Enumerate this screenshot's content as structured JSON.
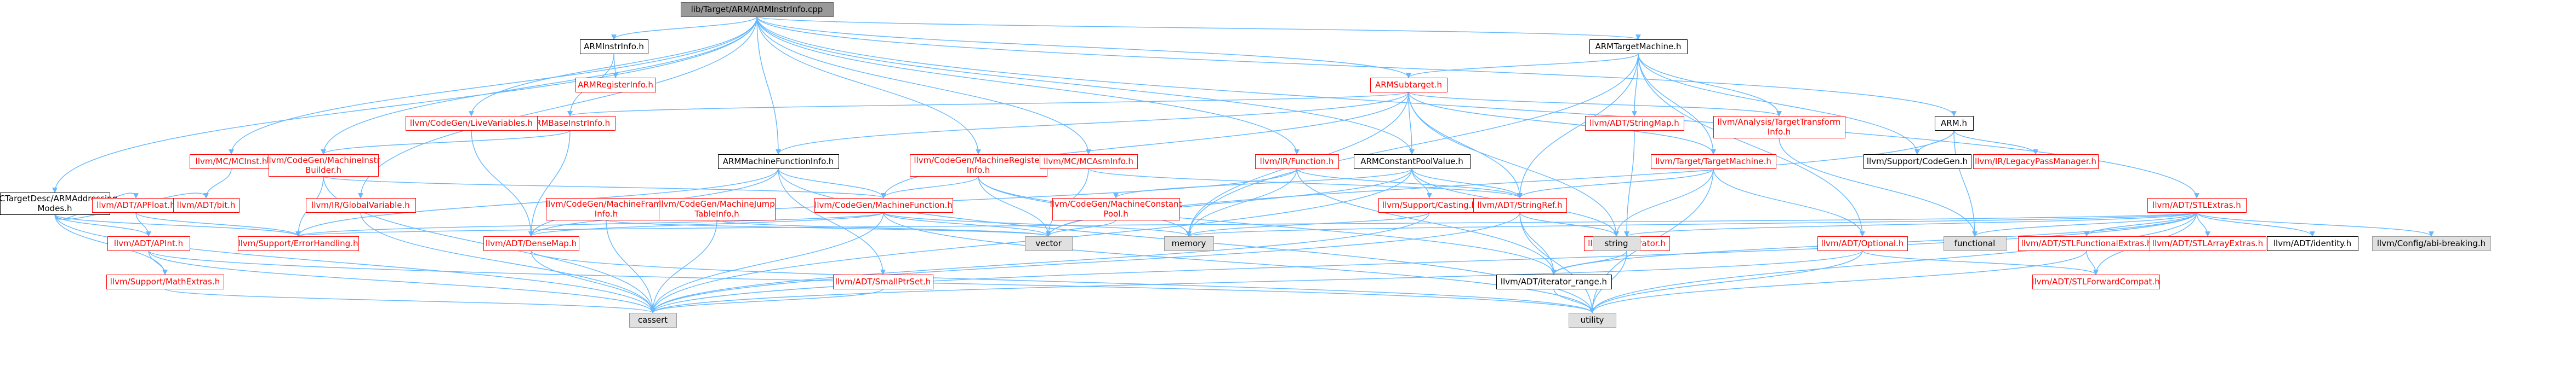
{
  "colors": {
    "edge": "#63b8ff",
    "root_fill": "#999999",
    "root_border": "#666666",
    "red_text": "#ff0000",
    "red_border": "#ff0000",
    "gray_fill": "#e0e0e0",
    "gray_border": "#999999",
    "text": "#000000",
    "white": "#ffffff"
  },
  "nodes": [
    {
      "id": "root",
      "label": [
        "lib/Target/ARM/ARMInstrInfo.cpp"
      ],
      "style": "root"
    },
    {
      "id": "ARMInstrInfo_h",
      "label": [
        "ARMInstrInfo.h"
      ],
      "style": "plain"
    },
    {
      "id": "ARMRegisterInfo_h",
      "label": [
        "ARMRegisterInfo.h"
      ],
      "style": "red"
    },
    {
      "id": "ARMBaseInstrInfo_h",
      "label": [
        "ARMBaseInstrInfo.h"
      ],
      "style": "red"
    },
    {
      "id": "ARMSubtarget_h",
      "label": [
        "ARMSubtarget.h"
      ],
      "style": "red"
    },
    {
      "id": "ARMTargetMachine_h",
      "label": [
        "ARMTargetMachine.h"
      ],
      "style": "plain"
    },
    {
      "id": "ARM_h",
      "label": [
        "ARM.h"
      ],
      "style": "plain"
    },
    {
      "id": "STLExtras_h",
      "label": [
        "llvm/ADT/STLExtras.h"
      ],
      "style": "red"
    },
    {
      "id": "MCTargetDesc_h",
      "label": [
        "MCTargetDesc/ARMAddressing",
        "Modes.h"
      ],
      "style": "plain"
    },
    {
      "id": "MCInst_h",
      "label": [
        "llvm/MC/MCInst.h"
      ],
      "style": "red"
    },
    {
      "id": "CodeGenLiveVariables_h",
      "label": [
        "llvm/CodeGen/LiveVariables.h"
      ],
      "style": "red"
    },
    {
      "id": "MachineInstrBuilder_h",
      "label": [
        "llvm/CodeGen/MachineInstr",
        "Builder.h"
      ],
      "style": "red"
    },
    {
      "id": "ARMMachineFunctionInfo_h",
      "label": [
        "ARMMachineFunctionInfo.h"
      ],
      "style": "plain"
    },
    {
      "id": "MachineRegisterInfo_h",
      "label": [
        "llvm/CodeGen/MachineRegister",
        "Info.h"
      ],
      "style": "red"
    },
    {
      "id": "MCAsmInfo_h",
      "label": [
        "llvm/MC/MCAsmInfo.h"
      ],
      "style": "red"
    },
    {
      "id": "IRFunction_h",
      "label": [
        "llvm/IR/Function.h"
      ],
      "style": "red"
    },
    {
      "id": "ARMConstantPoolValue_h",
      "label": [
        "ARMConstantPoolValue.h"
      ],
      "style": "plain"
    },
    {
      "id": "StringMap_h",
      "label": [
        "llvm/ADT/StringMap.h"
      ],
      "style": "red"
    },
    {
      "id": "AnalysisTTI_h",
      "label": [
        "llvm/Analysis/TargetTransform",
        "Info.h"
      ],
      "style": "red"
    },
    {
      "id": "TargetMachine_h",
      "label": [
        "llvm/Target/TargetMachine.h"
      ],
      "style": "red"
    },
    {
      "id": "LegacyPassManager_h",
      "label": [
        "llvm/IR/LegacyPassManager.h"
      ],
      "style": "red"
    },
    {
      "id": "APFloat_h",
      "label": [
        "llvm/ADT/APFloat.h"
      ],
      "style": "red"
    },
    {
      "id": "bit_h",
      "label": [
        "llvm/ADT/bit.h"
      ],
      "style": "red"
    },
    {
      "id": "APInt_h",
      "label": [
        "llvm/ADT/APInt.h"
      ],
      "style": "red"
    },
    {
      "id": "MathExtras_h",
      "label": [
        "llvm/Support/MathExtras.h"
      ],
      "style": "red"
    },
    {
      "id": "ErrorHandling_h",
      "label": [
        "llvm/Support/ErrorHandling.h"
      ],
      "style": "red"
    },
    {
      "id": "GlobalVariable_h",
      "label": [
        "llvm/IR/GlobalVariable.h"
      ],
      "style": "red"
    },
    {
      "id": "MachineFrameInfo_h",
      "label": [
        "llvm/CodeGen/MachineFrame",
        "Info.h"
      ],
      "style": "red"
    },
    {
      "id": "DenseMap_h",
      "label": [
        "llvm/ADT/DenseMap.h"
      ],
      "style": "red"
    },
    {
      "id": "MachineJumpTableInfo_h",
      "label": [
        "llvm/CodeGen/MachineJump",
        "TableInfo.h"
      ],
      "style": "red"
    },
    {
      "id": "MachineFunction_h",
      "label": [
        "llvm/CodeGen/MachineFunction.h"
      ],
      "style": "red"
    },
    {
      "id": "MachineConstantPool_h",
      "label": [
        "llvm/CodeGen/MachineConstant",
        "Pool.h"
      ],
      "style": "red"
    },
    {
      "id": "SmallPtrSet_h",
      "label": [
        "llvm/ADT/SmallPtrSet.h"
      ],
      "style": "red"
    },
    {
      "id": "Casting_h",
      "label": [
        "llvm/Support/Casting.h"
      ],
      "style": "red"
    },
    {
      "id": "StringRef_h",
      "label": [
        "llvm/ADT/StringRef.h"
      ],
      "style": "red"
    },
    {
      "id": "iterator_range_h",
      "label": [
        "llvm/ADT/iterator_range.h"
      ],
      "style": "plain"
    },
    {
      "id": "iterator_h",
      "label": [
        "llvm/ADT/iterator.h"
      ],
      "style": "red"
    },
    {
      "id": "Optional_h",
      "label": [
        "llvm/ADT/Optional.h"
      ],
      "style": "red"
    },
    {
      "id": "SupportCodeGen_h",
      "label": [
        "llvm/Support/CodeGen.h"
      ],
      "style": "plain"
    },
    {
      "id": "STLFunctionalExtras_h",
      "label": [
        "llvm/ADT/STLFunctionalExtras.h"
      ],
      "style": "red"
    },
    {
      "id": "STLArrayExtras_h",
      "label": [
        "llvm/ADT/STLArrayExtras.h"
      ],
      "style": "red"
    },
    {
      "id": "Identity_h",
      "label": [
        "llvm/ADT/identity.h"
      ],
      "style": "plain"
    },
    {
      "id": "abi_breaking_h",
      "label": [
        "llvm/Config/abi-breaking.h"
      ],
      "style": "gray"
    },
    {
      "id": "STLForwardCompat_h",
      "label": [
        "llvm/ADT/STLForwardCompat.h"
      ],
      "style": "red"
    },
    {
      "id": "vector",
      "label": [
        "vector"
      ],
      "style": "gray"
    },
    {
      "id": "memory",
      "label": [
        "memory"
      ],
      "style": "gray"
    },
    {
      "id": "string",
      "label": [
        "string"
      ],
      "style": "gray"
    },
    {
      "id": "functional",
      "label": [
        "functional"
      ],
      "style": "gray"
    },
    {
      "id": "cassert",
      "label": [
        "cassert"
      ],
      "style": "gray"
    },
    {
      "id": "utility",
      "label": [
        "utility"
      ],
      "style": "gray"
    }
  ],
  "edges": [
    [
      "root",
      "ARMInstrInfo_h"
    ],
    [
      "root",
      "ARMTargetMachine_h"
    ],
    [
      "root",
      "ARM_h"
    ],
    [
      "root",
      "STLExtras_h"
    ],
    [
      "root",
      "MCTargetDesc_h"
    ],
    [
      "root",
      "MCInst_h"
    ],
    [
      "root",
      "CodeGenLiveVariables_h"
    ],
    [
      "root",
      "MachineInstrBuilder_h"
    ],
    [
      "root",
      "ARMMachineFunctionInfo_h"
    ],
    [
      "root",
      "MachineRegisterInfo_h"
    ],
    [
      "root",
      "MCAsmInfo_h"
    ],
    [
      "root",
      "IRFunction_h"
    ],
    [
      "root",
      "ARMConstantPoolValue_h"
    ],
    [
      "root",
      "GlobalVariable_h"
    ],
    [
      "root",
      "ARMSubtarget_h"
    ],
    [
      "ARMInstrInfo_h",
      "ARMBaseInstrInfo_h"
    ],
    [
      "ARMInstrInfo_h",
      "ARMRegisterInfo_h"
    ],
    [
      "ARMBaseInstrInfo_h",
      "MachineInstrBuilder_h"
    ],
    [
      "ARMBaseInstrInfo_h",
      "DenseMap_h"
    ],
    [
      "ARMSubtarget_h",
      "ARMBaseInstrInfo_h"
    ],
    [
      "ARMSubtarget_h",
      "ARMMachineFunctionInfo_h"
    ],
    [
      "ARMSubtarget_h",
      "MachineFunction_h"
    ],
    [
      "ARMSubtarget_h",
      "AnalysisTTI_h"
    ],
    [
      "ARMSubtarget_h",
      "TargetMachine_h"
    ],
    [
      "ARMSubtarget_h",
      "StringRef_h"
    ],
    [
      "ARMSubtarget_h",
      "string"
    ],
    [
      "ARMSubtarget_h",
      "memory"
    ],
    [
      "ARMSubtarget_h",
      "ARMConstantPoolValue_h"
    ],
    [
      "ARMTargetMachine_h",
      "ARMSubtarget_h"
    ],
    [
      "ARMTargetMachine_h",
      "StringMap_h"
    ],
    [
      "ARMTargetMachine_h",
      "AnalysisTTI_h"
    ],
    [
      "ARMTargetMachine_h",
      "TargetMachine_h"
    ],
    [
      "ARMTargetMachine_h",
      "SupportCodeGen_h"
    ],
    [
      "ARMTargetMachine_h",
      "Optional_h"
    ],
    [
      "ARMTargetMachine_h",
      "memory"
    ],
    [
      "ARMTargetMachine_h",
      "StringRef_h"
    ],
    [
      "ARM_h",
      "LegacyPassManager_h"
    ],
    [
      "ARM_h",
      "SupportCodeGen_h"
    ],
    [
      "ARM_h",
      "functional"
    ],
    [
      "ARM_h",
      "vector"
    ],
    [
      "STLExtras_h",
      "STLArrayExtras_h"
    ],
    [
      "STLExtras_h",
      "STLForwardCompat_h"
    ],
    [
      "STLExtras_h",
      "STLFunctionalExtras_h"
    ],
    [
      "STLExtras_h",
      "Identity_h"
    ],
    [
      "STLExtras_h",
      "iterator_h"
    ],
    [
      "STLExtras_h",
      "iterator_range_h"
    ],
    [
      "STLExtras_h",
      "abi_breaking_h"
    ],
    [
      "STLExtras_h",
      "ErrorHandling_h"
    ],
    [
      "STLExtras_h",
      "cassert"
    ],
    [
      "STLExtras_h",
      "utility"
    ],
    [
      "STLExtras_h",
      "functional"
    ],
    [
      "STLExtras_h",
      "memory"
    ],
    [
      "MCTargetDesc_h",
      "APFloat_h"
    ],
    [
      "MCTargetDesc_h",
      "APInt_h"
    ],
    [
      "MCTargetDesc_h",
      "bit_h"
    ],
    [
      "MCTargetDesc_h",
      "ErrorHandling_h"
    ],
    [
      "MCTargetDesc_h",
      "cassert"
    ],
    [
      "MCTargetDesc_h",
      "MathExtras_h"
    ],
    [
      "MCInst_h",
      "bit_h"
    ],
    [
      "CodeGenLiveVariables_h",
      "DenseMap_h"
    ],
    [
      "MachineInstrBuilder_h",
      "ErrorHandling_h"
    ],
    [
      "MachineInstrBuilder_h",
      "cassert"
    ],
    [
      "MachineInstrBuilder_h",
      "MachineFunction_h"
    ],
    [
      "ARMMachineFunctionInfo_h",
      "DenseMap_h"
    ],
    [
      "ARMMachineFunctionInfo_h",
      "MachineFunction_h"
    ],
    [
      "ARMMachineFunctionInfo_h",
      "SmallPtrSet_h"
    ],
    [
      "ARMMachineFunctionInfo_h",
      "ErrorHandling_h"
    ],
    [
      "ARMMachineFunctionInfo_h",
      "utility"
    ],
    [
      "MachineRegisterInfo_h",
      "MachineFunction_h"
    ],
    [
      "MachineRegisterInfo_h",
      "vector"
    ],
    [
      "MachineRegisterInfo_h",
      "memory"
    ],
    [
      "MachineRegisterInfo_h",
      "iterator_range_h"
    ],
    [
      "MCAsmInfo_h",
      "vector"
    ],
    [
      "MCAsmInfo_h",
      "StringRef_h"
    ],
    [
      "IRFunction_h",
      "DenseMap_h"
    ],
    [
      "IRFunction_h",
      "StringRef_h"
    ],
    [
      "IRFunction_h",
      "iterator_range_h"
    ],
    [
      "IRFunction_h",
      "memory"
    ],
    [
      "ARMConstantPoolValue_h",
      "MachineConstantPool_h"
    ],
    [
      "ARMConstantPoolValue_h",
      "Casting_h"
    ],
    [
      "ARMConstantPoolValue_h",
      "StringRef_h"
    ],
    [
      "ARMConstantPoolValue_h",
      "string"
    ],
    [
      "ARMConstantPoolValue_h",
      "vector"
    ],
    [
      "ARMConstantPoolValue_h",
      "cassert"
    ],
    [
      "StringMap_h",
      "iterator_h"
    ],
    [
      "AnalysisTTI_h",
      "functional"
    ],
    [
      "TargetMachine_h",
      "StringRef_h"
    ],
    [
      "TargetMachine_h",
      "Optional_h"
    ],
    [
      "TargetMachine_h",
      "string"
    ],
    [
      "TargetMachine_h",
      "utility"
    ],
    [
      "APFloat_h",
      "APInt_h"
    ],
    [
      "APFloat_h",
      "ErrorHandling_h"
    ],
    [
      "APInt_h",
      "MathExtras_h"
    ],
    [
      "APInt_h",
      "cassert"
    ],
    [
      "APInt_h",
      "utility"
    ],
    [
      "MathExtras_h",
      "cassert"
    ],
    [
      "GlobalVariable_h",
      "cassert"
    ],
    [
      "MachineFrameInfo_h",
      "vector"
    ],
    [
      "MachineFrameInfo_h",
      "cassert"
    ],
    [
      "DenseMap_h",
      "cassert"
    ],
    [
      "DenseMap_h",
      "utility"
    ],
    [
      "MachineJumpTableInfo_h",
      "vector"
    ],
    [
      "MachineJumpTableInfo_h",
      "cassert"
    ],
    [
      "MachineFunction_h",
      "DenseMap_h"
    ],
    [
      "MachineFunction_h",
      "ErrorHandling_h"
    ],
    [
      "MachineFunction_h",
      "cassert"
    ],
    [
      "MachineFunction_h",
      "memory"
    ],
    [
      "MachineFunction_h",
      "utility"
    ],
    [
      "MachineFunction_h",
      "vector"
    ],
    [
      "MachineConstantPool_h",
      "vector"
    ],
    [
      "SmallPtrSet_h",
      "cassert"
    ],
    [
      "Casting_h",
      "cassert"
    ],
    [
      "Casting_h",
      "memory"
    ],
    [
      "StringRef_h",
      "iterator_range_h"
    ],
    [
      "StringRef_h",
      "string"
    ],
    [
      "StringRef_h",
      "utility"
    ],
    [
      "StringRef_h",
      "cassert"
    ],
    [
      "iterator_range_h",
      "utility"
    ],
    [
      "iterator_h",
      "iterator_range_h"
    ],
    [
      "iterator_h",
      "utility"
    ],
    [
      "Optional_h",
      "STLForwardCompat_h"
    ],
    [
      "Optional_h",
      "cassert"
    ],
    [
      "Optional_h",
      "utility"
    ],
    [
      "STLFunctionalExtras_h",
      "STLForwardCompat_h"
    ],
    [
      "STLFunctionalExtras_h",
      "utility"
    ]
  ]
}
